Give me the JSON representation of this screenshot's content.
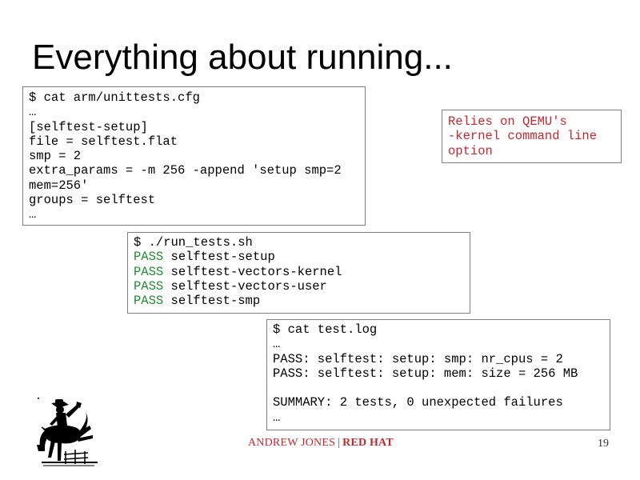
{
  "slide": {
    "title": "Everything about running...",
    "config_box": {
      "lines": [
        "$ cat arm/unittests.cfg",
        "…",
        "[selftest-setup]",
        "file = selftest.flat",
        "smp = 2",
        "extra_params = -m 256 -append 'setup smp=2",
        "mem=256'",
        "groups = selftest",
        "…"
      ]
    },
    "note_box": {
      "lines": [
        "Relies on QEMU's",
        "-kernel command line",
        "option"
      ]
    },
    "run_box": {
      "command": "$ ./run_tests.sh",
      "results": [
        {
          "status": "PASS",
          "name": "selftest-setup"
        },
        {
          "status": "PASS",
          "name": "selftest-vectors-kernel"
        },
        {
          "status": "PASS",
          "name": "selftest-vectors-user"
        },
        {
          "status": "PASS",
          "name": "selftest-smp"
        }
      ]
    },
    "log_box": {
      "lines": [
        "$ cat test.log",
        "…",
        "PASS: selftest: setup: smp: nr_cpus = 2",
        "PASS: selftest: setup: mem: size = 256 MB",
        "",
        "SUMMARY: 2 tests, 0 unexpected failures",
        "…"
      ]
    },
    "footer": {
      "author": "ANDREW JONES",
      "separator": "|",
      "company": "RED HAT"
    },
    "page_number": "19"
  },
  "colors": {
    "accent_red": "#c0282f",
    "pass_green": "#1e8a2e",
    "border_gray": "#7f7f7f"
  },
  "icons": {
    "logo": "cowboy-bronco-rider-logo"
  }
}
